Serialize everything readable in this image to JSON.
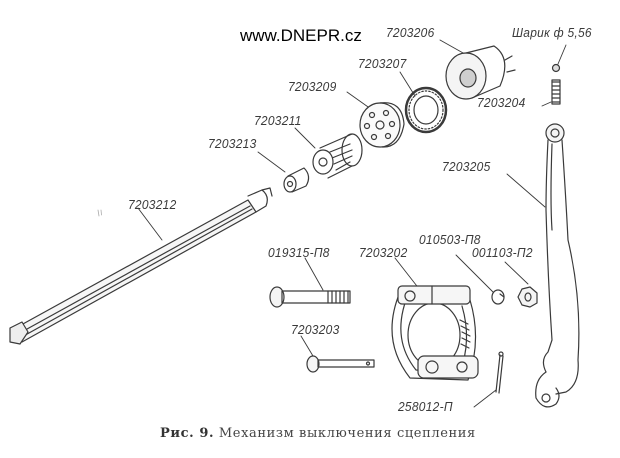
{
  "watermark": "www.DNEPR.cz",
  "figure": {
    "number_label": "Рис. 9.",
    "title": "Механизм выключения сцепления"
  },
  "parts": {
    "p7203206": "7203206",
    "ball": "Шарик ф 5,56",
    "p7203207": "7203207",
    "p7203209": "7203209",
    "p7203204": "7203204",
    "p7203211": "7203211",
    "p7203213": "7203213",
    "p7203205": "7203205",
    "p7203212": "7203212",
    "p019315": "019315-П8",
    "p7203202": "7203202",
    "p010503": "010503-П8",
    "p001103": "001103-П2",
    "p7203203": "7203203",
    "p258012": "258012-П"
  },
  "colors": {
    "ink": "#3a3a3a",
    "background": "#ffffff"
  }
}
